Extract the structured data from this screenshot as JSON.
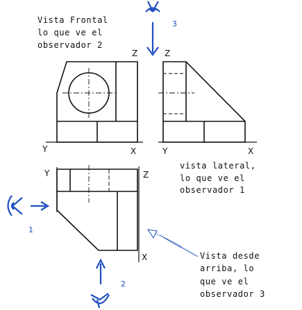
{
  "labels": {
    "frontal": [
      "Vista Frontal",
      "lo que ve el",
      "observador 2"
    ],
    "lateral": [
      "vista lateral,",
      "lo que ve el",
      "observador 1"
    ],
    "superior": [
      "Vista desde",
      "arriba, lo",
      "que ve el",
      "observador 3"
    ]
  },
  "axes": {
    "front_y": "Y",
    "front_z": "Z",
    "front_x": "X",
    "side_z": "Z",
    "side_y": "Y",
    "side_x": "X",
    "top_y": "Y",
    "top_z": "Z",
    "top_x": "X"
  },
  "observers": {
    "obs1": "1",
    "obs2": "2",
    "obs3": "3"
  },
  "colors": {
    "line": "#111111",
    "observer": "#1f4fbf",
    "hidden": "#333333"
  }
}
